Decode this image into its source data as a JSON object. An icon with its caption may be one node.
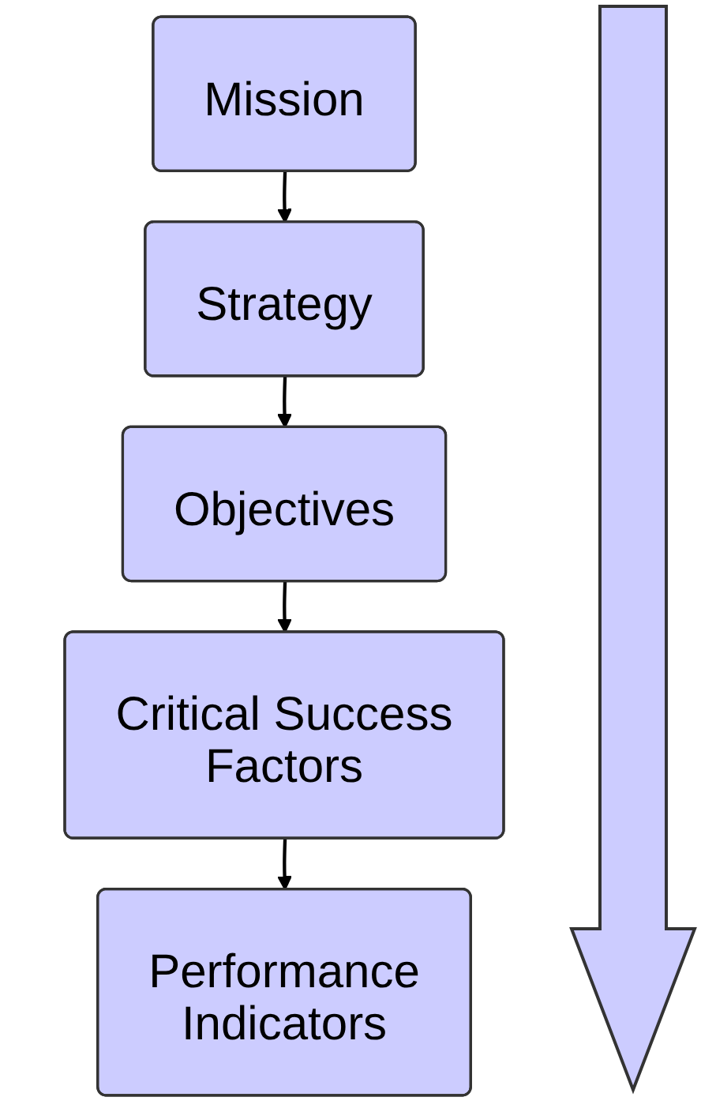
{
  "diagram": {
    "nodes": [
      {
        "text": [
          "Mission"
        ]
      },
      {
        "text": [
          "Strategy"
        ]
      },
      {
        "text": [
          "Objectives"
        ]
      },
      {
        "text": [
          "Critical Success Factors"
        ]
      },
      {
        "text": [
          "Performance Indicators"
        ]
      }
    ],
    "edges": [
      {
        "from": 0,
        "to": 1,
        "arrow": "to"
      },
      {
        "from": 1,
        "to": 2,
        "arrow": "to"
      },
      {
        "from": 2,
        "to": 3,
        "arrow": "to"
      },
      {
        "from": 3,
        "to": 4,
        "arrow": "to"
      }
    ]
  }
}
